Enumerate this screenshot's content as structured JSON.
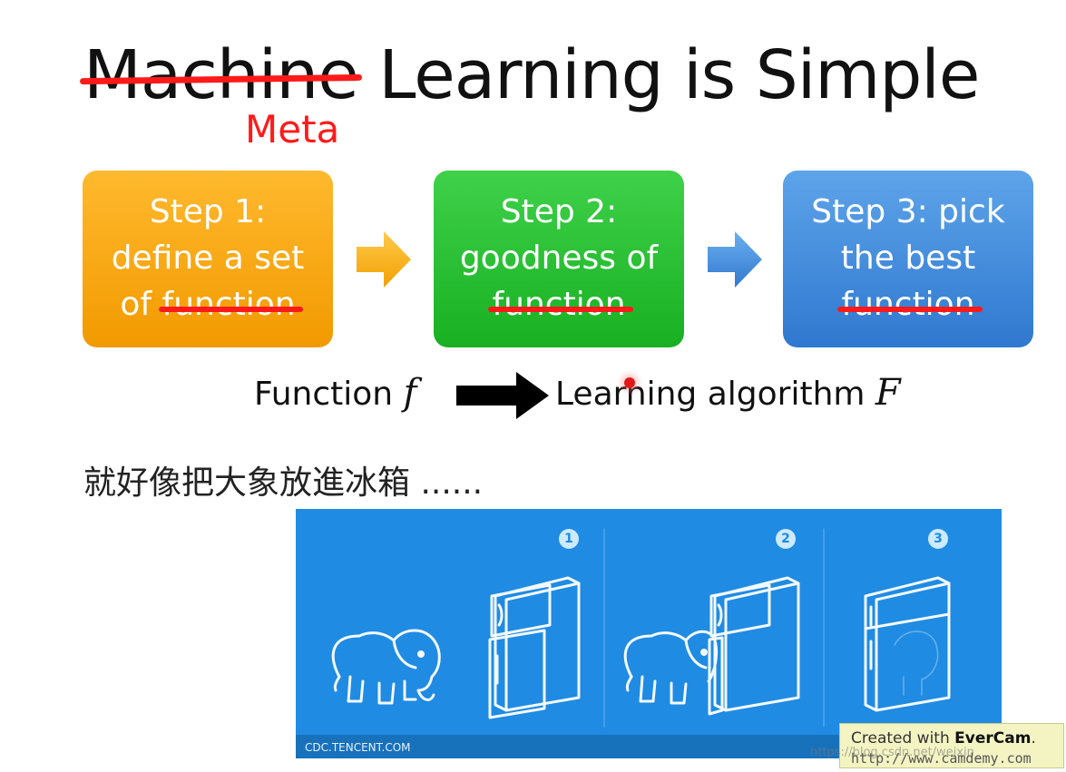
{
  "title": {
    "struck": "Machine",
    "rest": " Learning is Simple",
    "replacement": "Meta"
  },
  "steps": [
    {
      "lines": [
        "Step 1:",
        "define a set",
        "of "
      ],
      "struck_prefix": "f",
      "struck": "unction"
    },
    {
      "lines": [
        "Step 2:",
        "goodness of"
      ],
      "struck": "function"
    },
    {
      "lines": [
        "Step 3: pick",
        "the best"
      ],
      "struck": "function"
    }
  ],
  "mapping": {
    "left_text": "Function ",
    "left_symbol": "f",
    "right_text": "Learning algorithm ",
    "right_symbol": "F"
  },
  "analogy": "就好像把大象放進冰箱 ......",
  "panel": {
    "badges": [
      "1",
      "2",
      "3"
    ],
    "caption": "CDC.TENCENT.COM"
  },
  "evercam": {
    "line1_prefix": "Created with ",
    "line1_brand": "EverCam",
    "line1_suffix": ".",
    "line2": "http://www.camdemy.com"
  },
  "watermark": "https://blog.csdn.net/weixin_",
  "colors": {
    "strike": "#ff1a1a",
    "step1": "#f6a50c",
    "step2": "#23bd2e",
    "step3": "#3b88d9",
    "panel": "#1f8be3"
  }
}
